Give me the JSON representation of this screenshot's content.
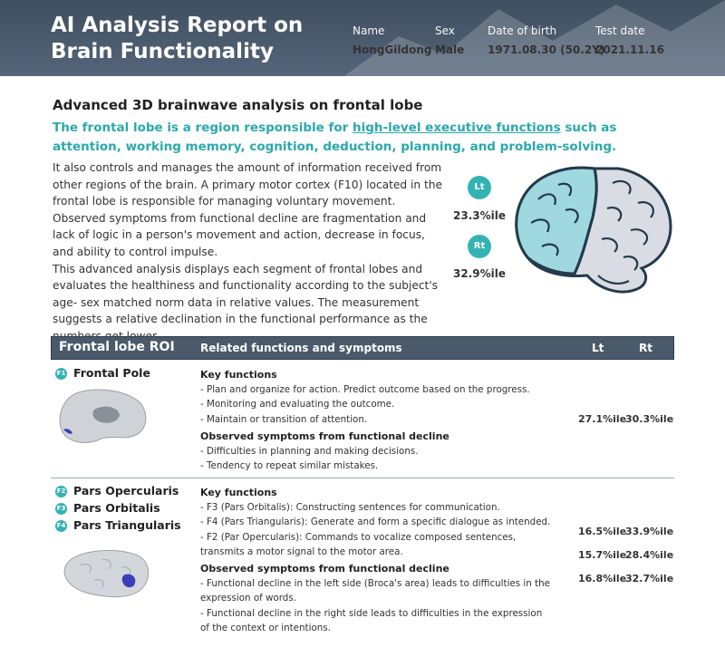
{
  "header": {
    "title_line1": "AI Analysis Report on",
    "title_line2": "Brain Functionality",
    "fields": [
      {
        "label": "Name",
        "value": "HongGildong"
      },
      {
        "label": "Sex",
        "value": "Male"
      },
      {
        "label": "Date of birth",
        "value": "1971.08.30 (50.2Y)"
      },
      {
        "label": "Test date",
        "value": "2021.11.16"
      }
    ]
  },
  "intro": {
    "section_title": "Advanced 3D brainwave analysis on frontal lobe",
    "highlight_pre": "The frontal lobe is a region responsible for ",
    "highlight_link": "high-level executive functions",
    "highlight_post": " such as attention, working memory, cognition, deduction, planning, and problem-solving.",
    "paragraphs": [
      "It also controls and manages the amount of information received from other regions of the brain. A primary motor cortex (F10) located in the frontal lobe is responsible for managing voluntary movement.",
      "Observed symptoms from functional decline are fragmentation and lack of logic in a person's movement and action, decrease in focus, and ability to control impulse.",
      "This advanced analysis displays each segment of frontal lobes and evaluates the healthiness and functionality according to the subject's age- sex matched norm data in relative values. The measurement suggests a relative declination in the functional performance as the numbers get lower."
    ],
    "left_badge": "Lt",
    "left_value": "23.3%ile",
    "right_badge": "Rt",
    "right_value": "32.9%ile",
    "colors": {
      "accent": "#2aa9ad",
      "highlight_lobe": "#9fd8de",
      "brain_base": "#d9dde3"
    }
  },
  "table": {
    "headers": {
      "roi": "Frontal lobe ROI",
      "functions": "Related functions and symptoms",
      "lt": "Lt",
      "rt": "Rt"
    },
    "row1": {
      "badge": "F1",
      "name": "Frontal Pole",
      "key_title": "Key functions",
      "key_items": [
        "- Plan and organize for action. Predict outcome based on the progress.",
        "- Monitoring and evaluating the outcome.",
        "- Maintain or transition of attention."
      ],
      "sym_title": "Observed symptoms from functional decline",
      "sym_items": [
        "- Difficulties in planning and making decisions.",
        "- Tendency to repeat similar mistakes."
      ],
      "lt": "27.1%ile",
      "rt": "30.3%ile"
    },
    "row2": {
      "rois": [
        {
          "badge": "F2",
          "name": "Pars Opercularis"
        },
        {
          "badge": "F3",
          "name": "Pars Orbitalis"
        },
        {
          "badge": "F4",
          "name": "Pars Triangularis"
        }
      ],
      "key_title": "Key functions",
      "key_items": [
        "- F3 (Pars Orbitalis): Constructing sentences for communication.",
        "- F4 (Pars Triangularis): Generate and form a specific dialogue as intended.",
        "- F2 (Par Opercularis): Commands to vocalize composed sentences, transmits a motor signal to the motor area."
      ],
      "sym_title": "Observed symptoms from functional decline",
      "sym_items": [
        "- Functional decline in the left side (Broca's area) leads to difficulties in the expression of words.",
        "- Functional decline in the right side leads to difficulties in the expression of the context or intentions."
      ],
      "values": [
        {
          "lt": "16.5%ile",
          "rt": "33.9%ile"
        },
        {
          "lt": "15.7%ile",
          "rt": "28.4%ile"
        },
        {
          "lt": "16.8%ile",
          "rt": "32.7%ile"
        }
      ]
    }
  }
}
